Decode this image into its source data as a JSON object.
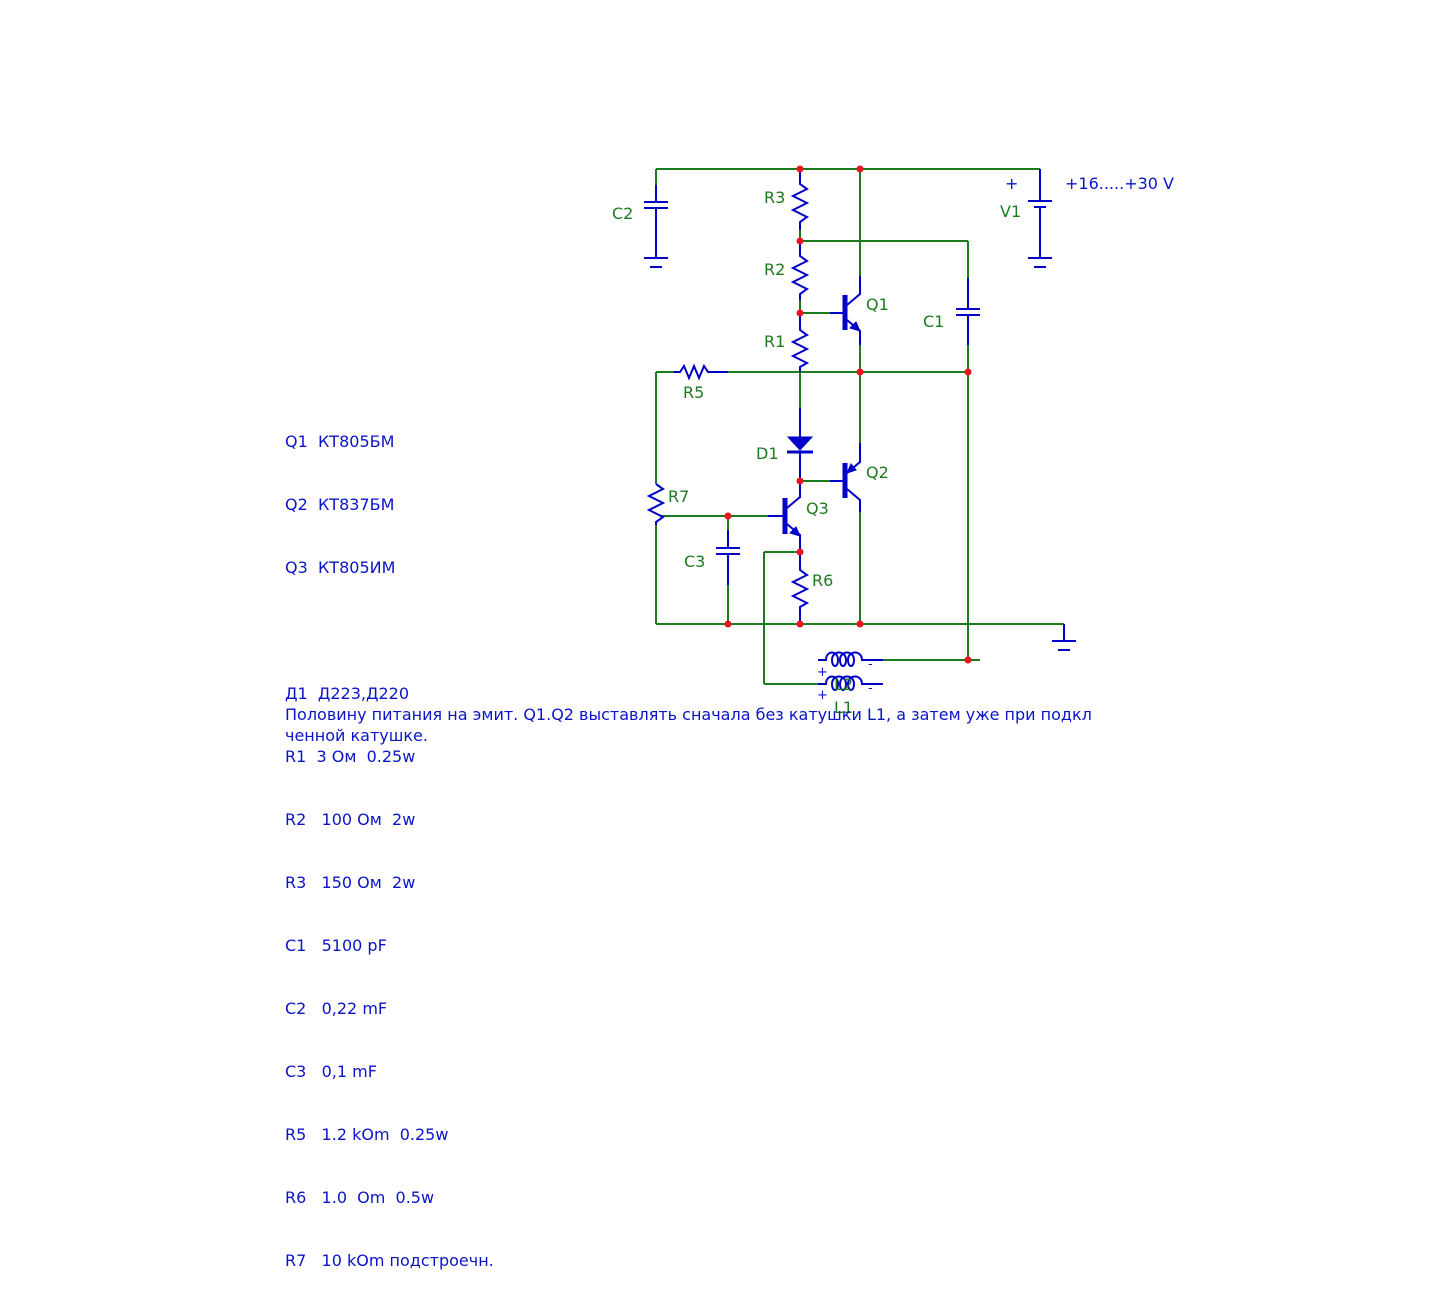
{
  "supply": {
    "label": "V1",
    "polarity": "+",
    "voltage_text": "+16.....+30 V"
  },
  "components": {
    "R1": "R1",
    "R2": "R2",
    "R3": "R3",
    "R5": "R5",
    "R6": "R6",
    "R7": "R7",
    "C1": "C1",
    "C2": "C2",
    "C3": "C3",
    "Q1": "Q1",
    "Q2": "Q2",
    "Q3": "Q3",
    "D1": "D1",
    "L1": "L1",
    "L2": "L2"
  },
  "coil_marks": {
    "plus": "+",
    "minus": "-"
  },
  "bom": [
    "Q1  КТ805БМ",
    "Q2  КТ837БМ",
    "Q3  КТ805ИМ",
    "",
    "Д1  Д223,Д220",
    "R1  3 Ом  0.25w",
    "R2   100 Ом  2w",
    "R3   150 Ом  2w",
    "C1   5100 pF",
    "C2   0,22 mF",
    "C3   0,1 mF",
    "R5   1.2 kOm  0.25w",
    "R6   1.0  Om  0.5w",
    "R7   10 kOm подстроечн."
  ],
  "note": {
    "line1": "Половину питания на эмит. Q1.Q2 выставлять сначала без катушки L1, а затем уже при подкл",
    "line2": "ченной катушке."
  },
  "colors": {
    "wire": "#1e7a1e",
    "component": "#0000c8",
    "node": "#e8141e",
    "text": "#0a14c8",
    "label": "#1e7a1e"
  }
}
